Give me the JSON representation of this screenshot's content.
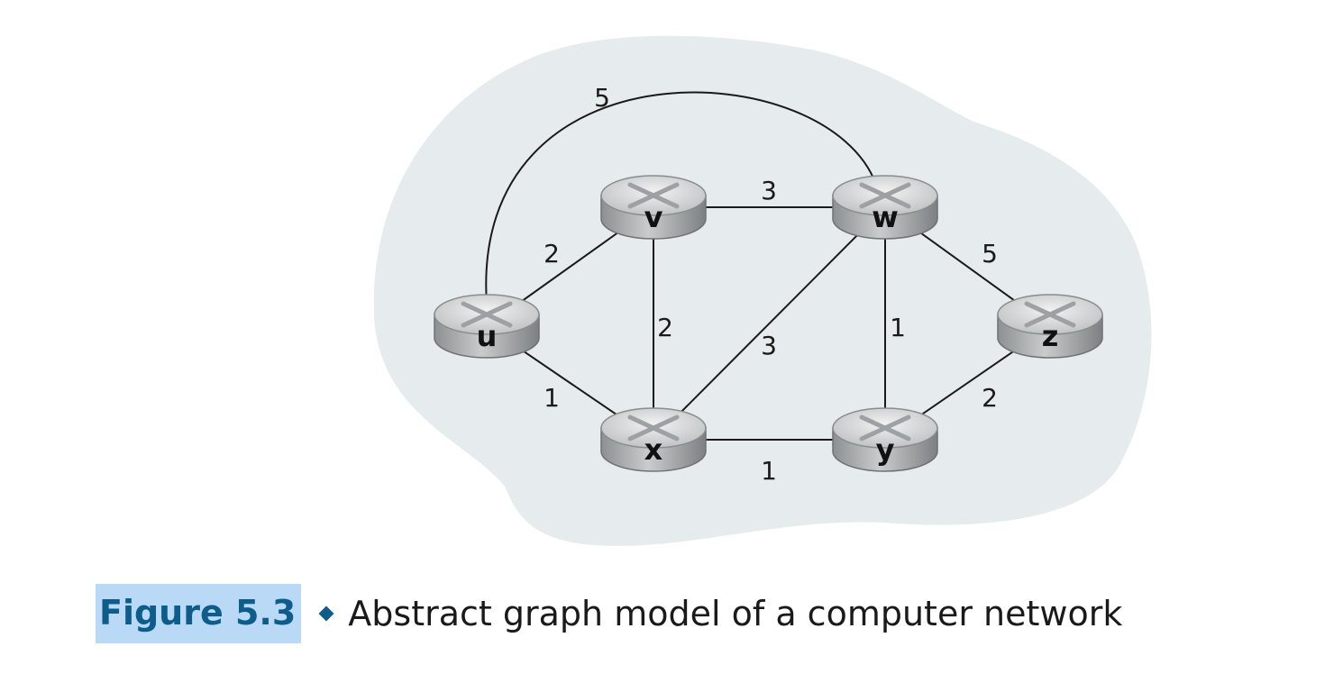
{
  "figure": {
    "number": "Figure 5.3",
    "caption": "Abstract graph model of a computer network"
  },
  "graph": {
    "nodes": [
      {
        "id": "u",
        "label": "u"
      },
      {
        "id": "v",
        "label": "v"
      },
      {
        "id": "w",
        "label": "w"
      },
      {
        "id": "x",
        "label": "x"
      },
      {
        "id": "y",
        "label": "y"
      },
      {
        "id": "z",
        "label": "z"
      }
    ],
    "edges": [
      {
        "from": "u",
        "to": "w",
        "weight": "5"
      },
      {
        "from": "u",
        "to": "v",
        "weight": "2"
      },
      {
        "from": "u",
        "to": "x",
        "weight": "1"
      },
      {
        "from": "v",
        "to": "w",
        "weight": "3"
      },
      {
        "from": "v",
        "to": "x",
        "weight": "2"
      },
      {
        "from": "w",
        "to": "x",
        "weight": "3"
      },
      {
        "from": "w",
        "to": "y",
        "weight": "1"
      },
      {
        "from": "w",
        "to": "z",
        "weight": "5"
      },
      {
        "from": "x",
        "to": "y",
        "weight": "1"
      },
      {
        "from": "y",
        "to": "z",
        "weight": "2"
      }
    ]
  },
  "colors": {
    "cloud": "#e6ebed",
    "router_body": "#a9acae",
    "router_top": "#dcdedf",
    "edge": "#1a1a1a",
    "caption_highlight": "#b9d9f6",
    "caption_number": "#0d5c8a"
  },
  "icons": {
    "router": "router-icon",
    "separator": "diamond-icon"
  }
}
